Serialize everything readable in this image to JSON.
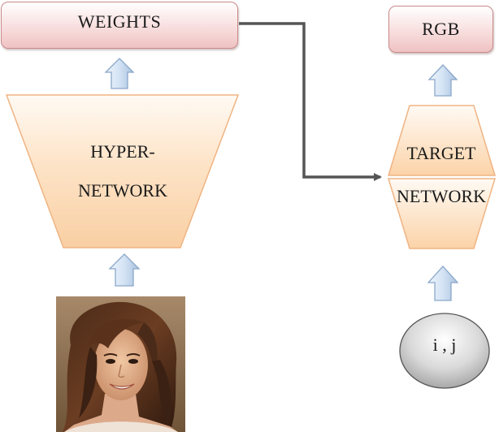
{
  "nodes": {
    "weights": "WEIGHTS",
    "rgb": "RGB",
    "hypernetwork": [
      "HYPER-",
      "NETWORK"
    ],
    "target_network": [
      "TARGET",
      "NETWORK"
    ],
    "coordinates": "i , j"
  },
  "input_image": {
    "description": "portrait photograph of a woman with long wavy brown hair"
  },
  "colors": {
    "box_fill": "#f8dede",
    "box_border": "#c98a8a",
    "trapezoid_fill": "#fcd9b5",
    "trapezoid_border": "#f0b483",
    "arrow_fill": "#cfe0f3",
    "arrow_border": "#8aa7c9",
    "connector_line": "#555555",
    "ellipse_fill": "#d6d6d6"
  }
}
